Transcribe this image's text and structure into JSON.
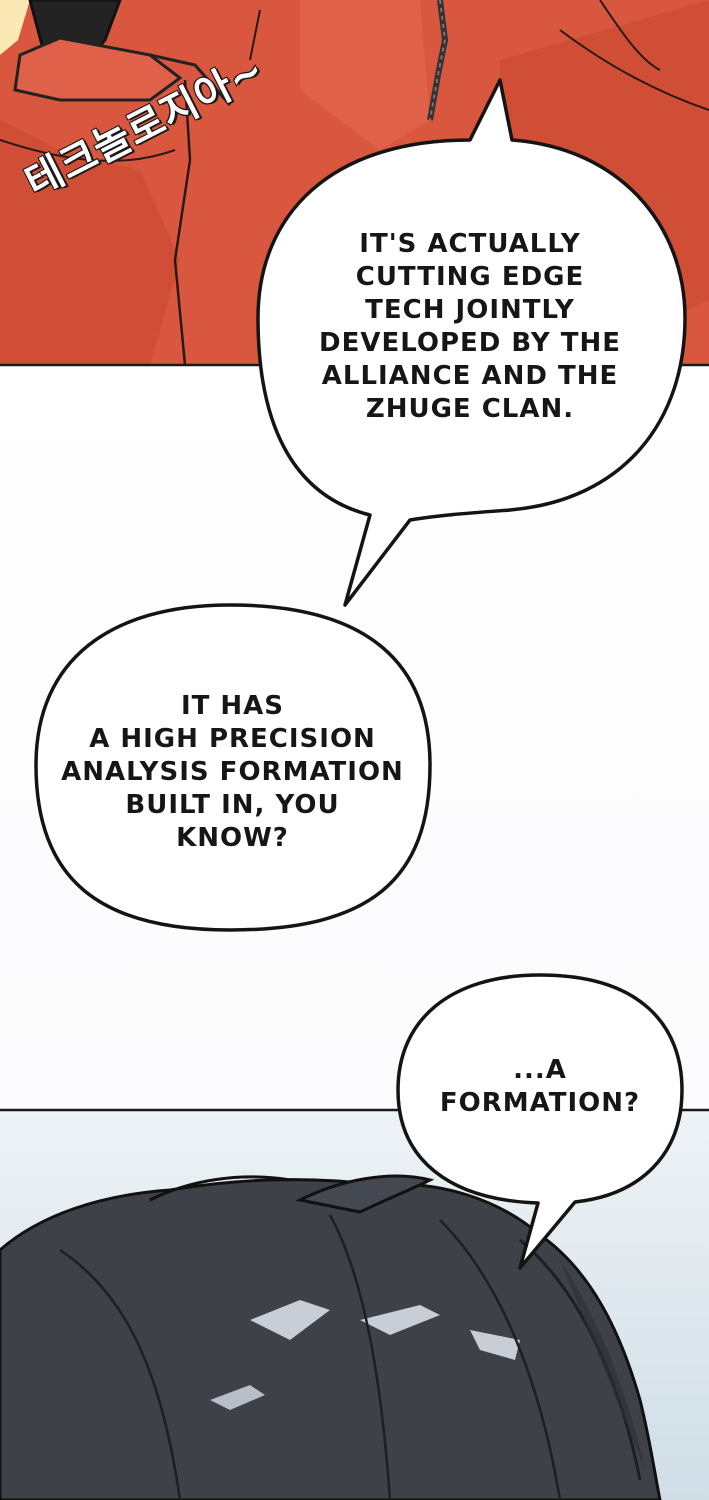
{
  "panels": {
    "top": {
      "sfx_text": "테크놀로지아~"
    },
    "bubbles": {
      "tech": {
        "lines": [
          "IT'S ACTUALLY",
          "CUTTING  EDGE",
          "TECH JOINTLY",
          "DEVELOPED BY THE",
          "ALLIANCE AND THE",
          "ZHUGE CLAN."
        ]
      },
      "analysis": {
        "lines": [
          "IT HAS",
          "A HIGH  PRECISION",
          "ANALYSIS FORMATION",
          "BUILT IN, YOU",
          "KNOW?"
        ]
      },
      "formation": {
        "lines": [
          "...A",
          "FORMATION?"
        ]
      }
    }
  },
  "colors": {
    "jacket_red": "#d9573f",
    "jacket_shadow": "#b9412e",
    "hair_dark": "#3e4148",
    "bottom_bg": "#dfe9ef",
    "ink": "#161616"
  }
}
